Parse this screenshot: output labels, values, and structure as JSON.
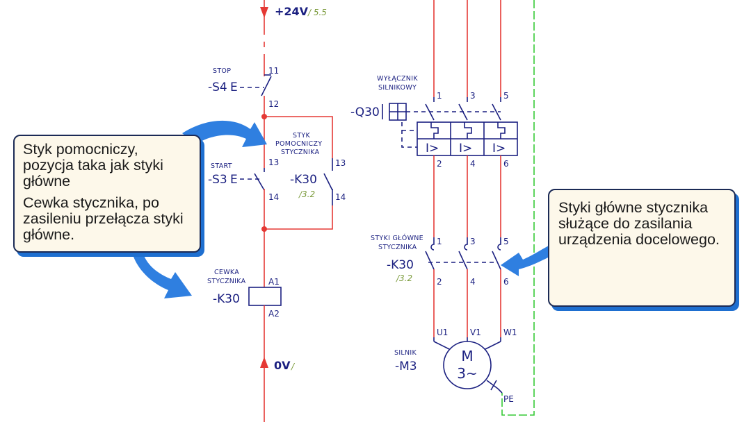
{
  "supply": {
    "top_label": "+24V",
    "top_ref": "/ 5.5",
    "bottom_label": "0V",
    "bottom_ref": "/"
  },
  "control": {
    "stop": {
      "caption": "STOP",
      "tag": "-S4",
      "e": "E",
      "pin_top": "11",
      "pin_bottom": "12"
    },
    "start": {
      "caption": "START",
      "tag": "-S3",
      "e": "E",
      "pin_top": "13",
      "pin_bottom": "14"
    },
    "aux_contact": {
      "caption_lines": [
        "STYK",
        "POMOCNICZY",
        "STYCZNIKA"
      ],
      "tag": "-K30",
      "ref": "/3.2",
      "pin_top": "13",
      "pin_bottom": "14"
    },
    "coil": {
      "caption_lines": [
        "CEWKA",
        "STYCZNIKA"
      ],
      "tag": "-K30",
      "pin_top": "A1",
      "pin_bottom": "A2"
    }
  },
  "power": {
    "breaker": {
      "caption_lines": [
        "WYŁĄCZNIK",
        "SILNIKOWY"
      ],
      "tag": "-Q30",
      "pins_top": [
        "1",
        "3",
        "5"
      ],
      "pins_bottom": [
        "2",
        "4",
        "6"
      ],
      "trip_label": "I>"
    },
    "main_contacts": {
      "caption_lines": [
        "STYKI GŁÓWNE",
        "STYCZNIKA"
      ],
      "tag": "-K30",
      "ref": "/3.2",
      "pins_top": [
        "1",
        "3",
        "5"
      ],
      "pins_bottom": [
        "2",
        "4",
        "6"
      ]
    },
    "motor": {
      "caption": "SILNIK",
      "tag": "-M3",
      "symbol_top": "M",
      "symbol_bottom": "3~",
      "terminals": [
        "U1",
        "V1",
        "W1"
      ],
      "pe": "PE"
    }
  },
  "callouts": {
    "left": {
      "text1": "Styk pomocniczy, pozycja taka jak styki główne",
      "text2": "Cewka stycznika, po zasileniu przełącza styki główne."
    },
    "right": {
      "text1": "Styki główne stycznika służące do zasilania urządzenia docelowego."
    }
  },
  "colors": {
    "wire_control": "#e53935",
    "wire_pe": "#35c935",
    "symbol": "#1a1f80",
    "callout_fill": "#fdf8ea",
    "callout_border": "#1b2a55",
    "arrow": "#2f7fe0"
  }
}
